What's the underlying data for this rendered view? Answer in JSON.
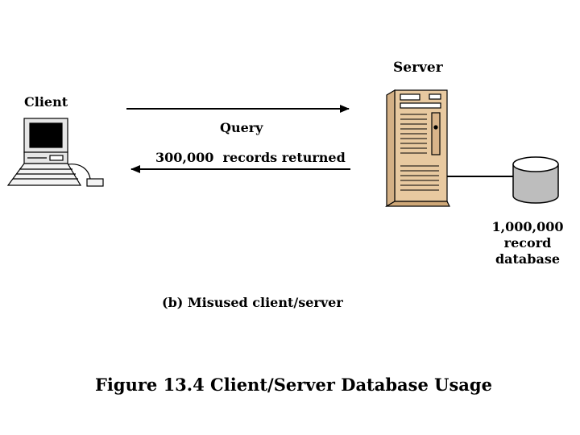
{
  "client": {
    "label": "Client",
    "icon": "desktop-computer-icon"
  },
  "server": {
    "label": "Server",
    "icon": "tower-server-icon",
    "color": "#e8c9a0"
  },
  "query": {
    "label": "Query"
  },
  "response": {
    "label": "300,000  records returned"
  },
  "database": {
    "line1": "1,000,000",
    "line2": "record",
    "line3": "database",
    "icon": "database-cylinder-icon",
    "color": "#bdbdbd"
  },
  "caption": "(b)  Misused client/server",
  "figure_title": "Figure 13.4 Client/Server Database Usage"
}
